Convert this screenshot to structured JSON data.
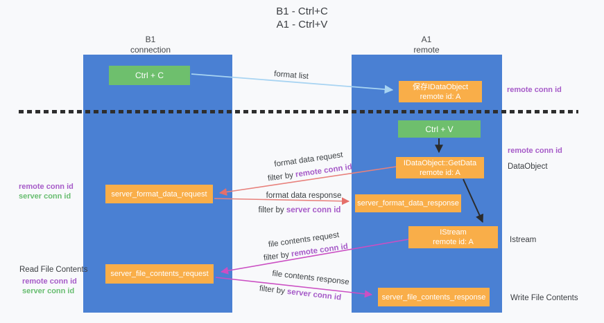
{
  "title": {
    "line1": "B1 - Ctrl+C",
    "line2": "A1 - Ctrl+V"
  },
  "lanes": {
    "left": {
      "name": "B1",
      "subtitle": "connection"
    },
    "right": {
      "name": "A1",
      "subtitle": "remote"
    }
  },
  "boxes": {
    "ctrl_c": "Ctrl + C",
    "save_idataobject": {
      "title": "保存IDataObject",
      "subtitle": "remote id: A"
    },
    "ctrl_v": "Ctrl + V",
    "getdata": {
      "title": "IDataObject::GetData",
      "subtitle": "remote id: A"
    },
    "format_request": "server_format_data_request",
    "format_response": "server_format_data_response",
    "istream": {
      "title": "IStream",
      "subtitle": "remote id: A"
    },
    "file_request": "server_file_contents_request",
    "file_response": "server_file_contents_response"
  },
  "arrows": {
    "format_list": {
      "label": "format list"
    },
    "format_data_request": {
      "label": "format data request",
      "filter_prefix": "filter by ",
      "filter_key": "remote conn id"
    },
    "format_data_response": {
      "label": "format data response",
      "filter_prefix": "filter by ",
      "filter_key": "server conn id"
    },
    "file_contents_request": {
      "label": "file contents request",
      "filter_prefix": "filter by ",
      "filter_key": "remote conn id"
    },
    "file_contents_response": {
      "label": "file contents response",
      "filter_prefix": "filter by ",
      "filter_key": "server conn id"
    }
  },
  "side_labels": {
    "right_top_remote_conn_id": "remote conn id",
    "right_mid_remote_conn_id": "remote conn id",
    "right_dataobject": "DataObject",
    "right_istream": "Istream",
    "right_write_file_contents": "Write File Contents",
    "left_remote_conn_id_1": "remote conn id",
    "left_server_conn_id_1": "server conn id",
    "left_read_file_contents": "Read File Contents",
    "left_remote_conn_id_2": "remote conn id",
    "left_server_conn_id_2": "server conn id"
  },
  "colors": {
    "lane_blue": "#4a80d3",
    "box_green": "#6ebf6d",
    "box_orange": "#f9ae49",
    "arrow_black": "#2b2b2b",
    "arrow_salmon": "#e8817c",
    "arrow_magenta": "#cb4fc3",
    "arrow_lightblue": "#a8d4f2",
    "label_purple": "#a65bc8",
    "label_green": "#68bd70"
  }
}
